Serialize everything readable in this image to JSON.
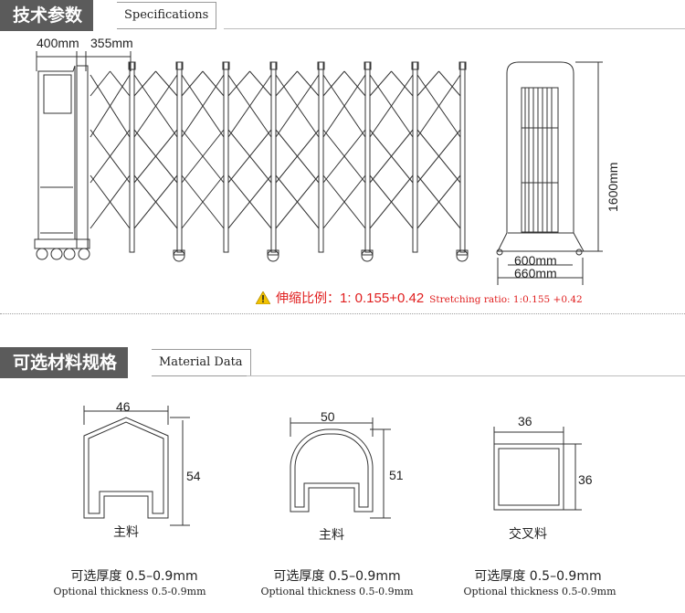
{
  "specs": {
    "title_cn": "技术参数",
    "title_en": "Specifications",
    "dim_400": "400mm",
    "dim_355": "355mm",
    "dim_1600": "1600mm",
    "dim_600": "600mm",
    "dim_660": "660mm",
    "ratio_cn": "伸缩比例：",
    "ratio_val": "1: 0.155+0.42",
    "ratio_en": "Stretching ratio: 1:0.155 +0.42",
    "warning_color": "#e01e1e"
  },
  "materials": {
    "title_cn": "可选材料规格",
    "title_en": "Material Data",
    "profiles": [
      {
        "width": "46",
        "height": "54",
        "name": "主料",
        "thickness_cn": "可选厚度 0.5–0.9mm",
        "thickness_en": "Optional thickness 0.5-0.9mm"
      },
      {
        "width": "50",
        "height": "51",
        "name": "主料",
        "thickness_cn": "可选厚度 0.5–0.9mm",
        "thickness_en": "Optional thickness 0.5-0.9mm"
      },
      {
        "width": "36",
        "height": "36",
        "name": "交叉料",
        "thickness_cn": "可选厚度 0.5–0.9mm",
        "thickness_en": "Optional thickness 0.5-0.9mm"
      }
    ]
  }
}
